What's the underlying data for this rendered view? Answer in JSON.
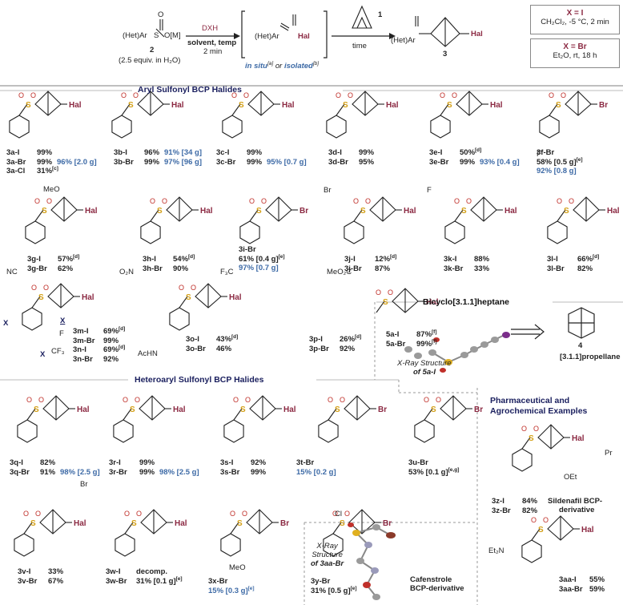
{
  "scheme": {
    "reactant_label": "(Het)Ar",
    "reactant_group": "S",
    "reactant_o": "O",
    "reactant_counter": "O[M]",
    "reactant_number": "2",
    "reactant_equiv": "(2.5 equiv. in H₂O)",
    "reagent": "DXH",
    "conditions_1": "solvent, temp",
    "conditions_2": "2 min",
    "intermediate_ar": "(Het)Ar",
    "intermediate_hal": "Hal",
    "in_situ": "in situ",
    "in_situ_sup": "[a]",
    "or": "or",
    "isolated": "isolated",
    "isolated_sup": "[b]",
    "reagent_1": "1",
    "time": "time",
    "product_ar": "(Het)Ar",
    "product_hal": "Hal",
    "product_number": "3",
    "cond_i_head": "X = I",
    "cond_i_body": "CH₂Cl₂, -5 °C, 2 min",
    "cond_br_head": "X = Br",
    "cond_br_body": "Et₂O, rt, 18 h"
  },
  "sections": {
    "aryl": "Aryl Sulfonyl BCP Halides",
    "heteroaryl": "Heteroaryl Sulfonyl BCP Halides",
    "bicyclo": "Bicyclo[3.1.1]heptane",
    "pharma_1": "Pharmaceutical and",
    "pharma_2": "Agrochemical Examples"
  },
  "colors": {
    "hal": "#8b2942",
    "blue": "#3d6aa6",
    "title": "#1a1f5e",
    "sulfur": "#d4a017"
  },
  "compounds": [
    {
      "key": "c3a",
      "lines": [
        [
          "3a-I",
          "99%",
          ""
        ],
        [
          "3a-Br",
          "99%",
          "96% [2.0 g]"
        ],
        [
          "3a-Cl",
          "31%[c]",
          ""
        ]
      ]
    },
    {
      "key": "c3b",
      "lines": [
        [
          "3b-I",
          "96%",
          "91% [34 g]"
        ],
        [
          "3b-Br",
          "99%",
          "97% [96 g]"
        ]
      ]
    },
    {
      "key": "c3c",
      "lines": [
        [
          "3c-I",
          "99%",
          ""
        ],
        [
          "3c-Br",
          "99%",
          "95% [0.7 g]"
        ]
      ]
    },
    {
      "key": "c3d",
      "lines": [
        [
          "3d-I",
          "99%",
          ""
        ],
        [
          "3d-Br",
          "95%",
          ""
        ]
      ]
    },
    {
      "key": "c3e",
      "lines": [
        [
          "3e-I",
          "50%[d]",
          ""
        ],
        [
          "3e-Br",
          "99%",
          "93% [0.4 g]"
        ]
      ]
    },
    {
      "key": "c3f",
      "lines": [
        [
          "3f-Br",
          "",
          ""
        ],
        [
          "",
          "58% [0.5 g][e]",
          ""
        ],
        [
          "",
          "92% [0.8 g]",
          ""
        ]
      ]
    },
    {
      "key": "c3g",
      "lines": [
        [
          "3g-I",
          "57%[d]",
          ""
        ],
        [
          "3g-Br",
          "62%",
          ""
        ]
      ]
    },
    {
      "key": "c3h",
      "lines": [
        [
          "3h-I",
          "54%[d]",
          ""
        ],
        [
          "3h-Br",
          "90%",
          ""
        ]
      ]
    },
    {
      "key": "c3i",
      "lines": [
        [
          "3i-Br",
          "",
          ""
        ],
        [
          "",
          "61% [0.4 g][e]",
          ""
        ],
        [
          "",
          "97% [0.7 g]",
          ""
        ]
      ]
    },
    {
      "key": "c3j",
      "lines": [
        [
          "3j-I",
          "12%[d]",
          ""
        ],
        [
          "3j-Br",
          "87%",
          ""
        ]
      ]
    },
    {
      "key": "c3k",
      "lines": [
        [
          "3k-I",
          "88%",
          ""
        ],
        [
          "3k-Br",
          "33%",
          ""
        ]
      ]
    },
    {
      "key": "c3l",
      "lines": [
        [
          "3l-I",
          "66%[d]",
          ""
        ],
        [
          "3l-Br",
          "82%",
          ""
        ]
      ]
    },
    {
      "key": "c3m",
      "lines": [
        [
          "3m-I",
          "69%[d]",
          ""
        ],
        [
          "3m-Br",
          "99%",
          ""
        ],
        [
          "3n-I",
          "69%[d]",
          ""
        ],
        [
          "3n-Br",
          "92%",
          ""
        ]
      ]
    },
    {
      "key": "c3o",
      "lines": [
        [
          "3o-I",
          "43%[d]",
          ""
        ],
        [
          "3o-Br",
          "46%",
          ""
        ]
      ]
    },
    {
      "key": "c3p",
      "lines": [
        [
          "3p-I",
          "26%[d]",
          ""
        ],
        [
          "3p-Br",
          "92%",
          ""
        ]
      ]
    },
    {
      "key": "c5a",
      "lines": [
        [
          "5a-I",
          "87%[f]",
          ""
        ],
        [
          "5a-Br",
          "99%[f]",
          ""
        ]
      ]
    },
    {
      "key": "c3q",
      "lines": [
        [
          "3q-I",
          "82%",
          ""
        ],
        [
          "3q-Br",
          "91%",
          "98% [2.5 g]"
        ]
      ]
    },
    {
      "key": "c3r",
      "lines": [
        [
          "3r-I",
          "99%",
          ""
        ],
        [
          "3r-Br",
          "99%",
          "98% [2.5 g]"
        ]
      ]
    },
    {
      "key": "c3s",
      "lines": [
        [
          "3s-I",
          "92%",
          ""
        ],
        [
          "3s-Br",
          "99%",
          ""
        ]
      ]
    },
    {
      "key": "c3t",
      "lines": [
        [
          "3t-Br",
          "",
          ""
        ],
        [
          "",
          "15% [0.2 g]",
          ""
        ]
      ]
    },
    {
      "key": "c3u",
      "lines": [
        [
          "3u-Br",
          "",
          ""
        ],
        [
          "",
          "53% [0.1 g][e,g]",
          ""
        ]
      ]
    },
    {
      "key": "c3v",
      "lines": [
        [
          "3v-I",
          "33%",
          ""
        ],
        [
          "3v-Br",
          "67%",
          ""
        ]
      ]
    },
    {
      "key": "c3w",
      "lines": [
        [
          "3w-I",
          "decomp.",
          ""
        ],
        [
          "3w-Br",
          "31% [0.1 g][e]",
          ""
        ]
      ]
    },
    {
      "key": "c3x",
      "lines": [
        [
          "3x-Br",
          "",
          ""
        ],
        [
          "",
          "15% [0.3 g][e]",
          ""
        ]
      ]
    },
    {
      "key": "c3y",
      "lines": [
        [
          "3y-Br",
          "",
          ""
        ],
        [
          "",
          "31% [0.5 g][e]",
          ""
        ]
      ]
    },
    {
      "key": "c3z",
      "lines": [
        [
          "3z-I",
          "84%",
          ""
        ],
        [
          "3z-Br",
          "82%",
          ""
        ]
      ]
    },
    {
      "key": "c3aa",
      "lines": [
        [
          "3aa-I",
          "55%",
          ""
        ],
        [
          "3aa-Br",
          "59%",
          ""
        ]
      ]
    }
  ],
  "labels": {
    "xray_5a_1": "X-Ray Structure",
    "xray_5a_2": "of 5a-I",
    "xray_3aa_1": "X-Ray",
    "xray_3aa_2": "Structure",
    "xray_3aa_3": "of 3aa-Br",
    "propellane_num": "4",
    "propellane_name": "[3.1.1]propellane",
    "sildenafil_1": "Sildenafil BCP-",
    "sildenafil_2": "derivative",
    "cafenstrole_1": "Cafenstrole",
    "cafenstrole_2": "BCP-derivative",
    "x_col": "X",
    "x_f": "F",
    "x_cf3": "CF₃",
    "sub_me": "",
    "sub_meo": "MeO",
    "sub_br": "Br",
    "sub_f": "F",
    "sub_nc": "NC",
    "sub_o2n": "O₂N",
    "sub_f3c": "F₃C",
    "sub_meo2c": "MeO₂C",
    "sub_achn": "AcHN",
    "sub_x": "X",
    "sub_meo_pyr": "MeO",
    "sub_cl_pyr": "Cl",
    "sub_br_th": "Br",
    "sub_oet": "OEt",
    "sub_pr": "Pr",
    "sub_et2n": "Et₂N",
    "hal": "Hal",
    "br": "Br",
    "s": "S",
    "o": "O"
  }
}
